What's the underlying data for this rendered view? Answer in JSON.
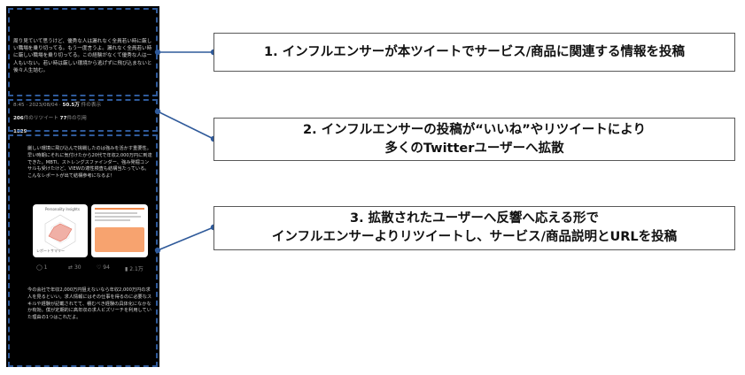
{
  "tweet": {
    "main_text": "周り見ていて思うけど、優秀な人は漏れなく全員若い時に厳しい職場を乗り切ってる。もう一度言うよ。漏れなく全員若い時に厳しい職場を乗り切ってる。この経験がなくて優秀な人は一人もいない。若い時は厳しい環境から逃げずに飛び込まないと後々人生詰む。",
    "timestamp": "8:45 · 2023/08/04 ·",
    "views": "50.5万",
    "views_label": "件の表示",
    "retweets": "206",
    "retweets_label": "件のリツイート",
    "quotes": "77",
    "quotes_label": "件の引用",
    "likes": "1829",
    "reply_text": "厳しい環境に飛び込んで挑戦したのは強みを活かす重要性。早い時期にそれに気付けたから20代で年収2,000万円に到達できた。MBTI、ストレングスファインダー、強み発掘コンサルも受けたけど、VIEWの適性検査も結構当たっている。こんなレポートが出て結構参考になるよ！",
    "report_title": "Personality Insights",
    "report_radar_label": "レポートサマリー",
    "actions": [
      "1",
      "30",
      "94",
      "2.1万"
    ],
    "reply_text_2": "今の会社で年収2,000万円狙えないなら年収2,000万円の求人を見るといい。求人情報にはその仕事を得るのに必要なスキルや経験が記載されてて、積むべき経験の具体化になかなか有効。僕が定期的に高年収の求人ビズリーチを利用していた理由の1つはこれだよ。"
  },
  "callouts": [
    {
      "lines": [
        "1. インフルエンサーが本ツイートでサービス/商品に関連する情報を投稿"
      ]
    },
    {
      "lines": [
        "2. インフルエンサーの投稿が“いいね”やリツイートにより",
        "多くのTwitterユーザーへ拡散"
      ]
    },
    {
      "lines": [
        "3. 拡散されたユーザーへ反響へ応える形で",
        "インフルエンサーよりリツイートし、サービス/商品説明とURLを投稿"
      ]
    }
  ],
  "colors": {
    "dash": "#2f5a9a",
    "connector": "#2f5a9a",
    "callout_border": "#595959",
    "phone_bg": "#000000",
    "report_accent": "#f28a4c"
  }
}
